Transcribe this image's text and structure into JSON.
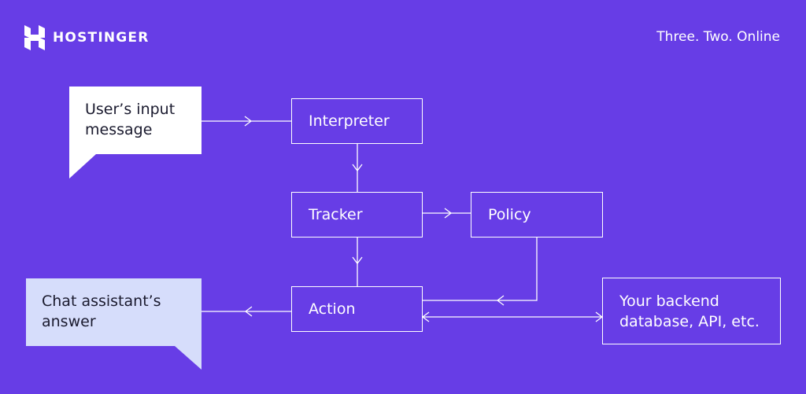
{
  "header": {
    "brand_name": "HOSTINGER",
    "tagline": "Three. Two. Online"
  },
  "diagram": {
    "user_input": "User’s input\nmessage",
    "interpreter": "Interpreter",
    "tracker": "Tracker",
    "policy": "Policy",
    "action": "Action",
    "backend": "Your backend\ndatabase, API, etc.",
    "answer": "Chat assistant’s\nanswer"
  },
  "colors": {
    "background": "#673DE6",
    "line": "#FFFFFF",
    "input_bubble": "#FFFFFF",
    "answer_bubble": "#D6DDFB"
  }
}
